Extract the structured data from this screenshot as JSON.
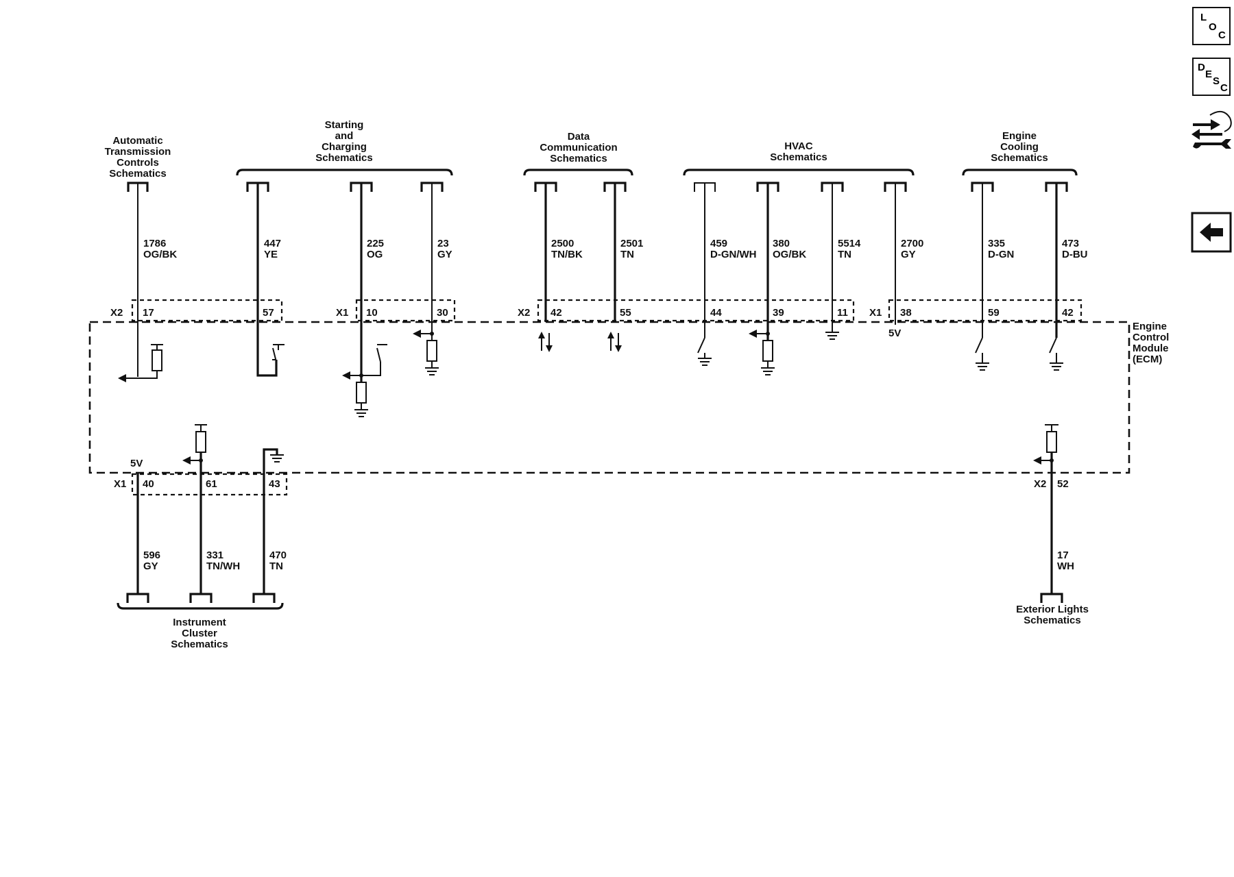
{
  "nav": {
    "loc": {
      "l1": "L",
      "l2": "O",
      "l3": "C"
    },
    "desc": {
      "l1": "D",
      "l2": "E",
      "l3": "S",
      "l4": "C"
    }
  },
  "module": {
    "line1": "Engine",
    "line2": "Control",
    "line3": "Module",
    "line4": "(ECM)"
  },
  "headers": {
    "trans": [
      "Automatic",
      "Transmission",
      "Controls",
      "Schematics"
    ],
    "start": [
      "Starting",
      "and",
      "Charging",
      "Schematics"
    ],
    "data": [
      "Data",
      "Communication",
      "Schematics"
    ],
    "hvac": [
      "HVAC",
      "Schematics"
    ],
    "cool": [
      "Engine",
      "Cooling",
      "Schematics"
    ],
    "cluster": [
      "Instrument",
      "Cluster",
      "Schematics"
    ],
    "lights": [
      "Exterior Lights",
      "Schematics"
    ]
  },
  "connectors": {
    "x1": "X1",
    "x2": "X2"
  },
  "voltage": "5V",
  "circuits": [
    {
      "id": "c17",
      "circuit": "1786",
      "color": "OG/BK",
      "pin": "17"
    },
    {
      "id": "c57",
      "circuit": "447",
      "color": "YE",
      "pin": "57"
    },
    {
      "id": "c10",
      "circuit": "225",
      "color": "OG",
      "pin": "10"
    },
    {
      "id": "c30",
      "circuit": "23",
      "color": "GY",
      "pin": "30"
    },
    {
      "id": "c42a",
      "circuit": "2500",
      "color": "TN/BK",
      "pin": "42"
    },
    {
      "id": "c55",
      "circuit": "2501",
      "color": "TN",
      "pin": "55"
    },
    {
      "id": "c44",
      "circuit": "459",
      "color": "D-GN/WH",
      "pin": "44"
    },
    {
      "id": "c39",
      "circuit": "380",
      "color": "OG/BK",
      "pin": "39"
    },
    {
      "id": "c11",
      "circuit": "5514",
      "color": "TN",
      "pin": "11"
    },
    {
      "id": "c38",
      "circuit": "2700",
      "color": "GY",
      "pin": "38"
    },
    {
      "id": "c59",
      "circuit": "335",
      "color": "D-GN",
      "pin": "59"
    },
    {
      "id": "c42b",
      "circuit": "473",
      "color": "D-BU",
      "pin": "42"
    },
    {
      "id": "c40",
      "circuit": "596",
      "color": "GY",
      "pin": "40"
    },
    {
      "id": "c61",
      "circuit": "331",
      "color": "TN/WH",
      "pin": "61"
    },
    {
      "id": "c43",
      "circuit": "470",
      "color": "TN",
      "pin": "43"
    },
    {
      "id": "c52",
      "circuit": "17",
      "color": "WH",
      "pin": "52"
    }
  ]
}
